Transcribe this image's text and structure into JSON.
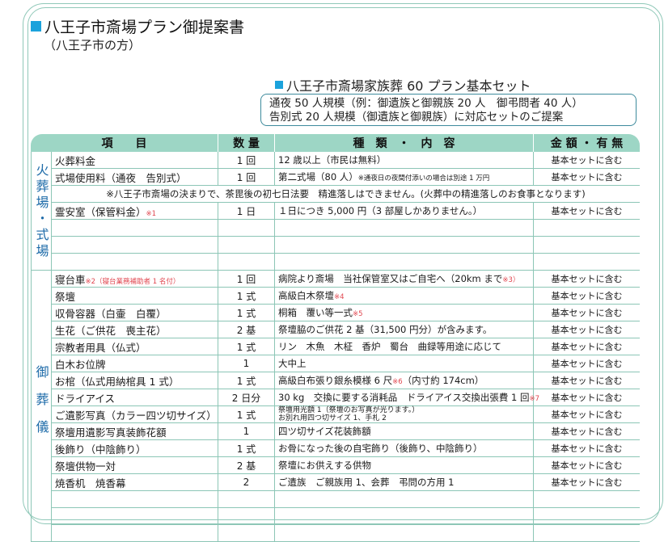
{
  "document": {
    "title": "八王子市斎場プラン御提案書",
    "subtitle": "（八王子市の方）",
    "plan_title": "八王子市斎場家族葬 60 プラン基本セット",
    "scale_lines": [
      "通夜 50 人規模（例：御遺族と御親族 20 人　御弔問者 40 人）",
      "告別式 20 人規模（御遺族と御親族）に対応セットのご提案"
    ],
    "accent_color": "#1ba2dc",
    "header_color": "#9dd6c5"
  },
  "table": {
    "headers": [
      "項　　目",
      "数 量",
      "種　類　・　内　容",
      "金 額 ・ 有 無"
    ],
    "sections": {
      "cremation": "火葬場・式場",
      "ceremony": "御葬儀"
    },
    "note_row": "※八王子市斎場の決まりで、茶毘後の初七日法要　精進落しはできません。(火葬中の精進落しのお食事となります)",
    "rows": [
      {
        "item": "火葬料金",
        "item_note": "",
        "qty": "1 回",
        "desc": "12 歳以上（市民は無料）",
        "desc_small": "",
        "desc_mark": "",
        "price": "基本セットに含む"
      },
      {
        "item": "式場使用料（通夜　告別式）",
        "item_note": "",
        "qty": "1 回",
        "desc": "第二式場（80 人）",
        "desc_small": "※通夜日の夜間付添いの場合は別途 1 万円",
        "desc_mark": "",
        "price": "基本セットに含む"
      },
      {
        "item": "霊安室（保管料金）",
        "item_note": "※1",
        "qty": "1 日",
        "desc": "１日につき 5,000 円（3 部屋しかありません。）",
        "desc_small": "",
        "desc_mark": "",
        "price": "基本セットに含む"
      },
      {
        "item": "寝台車",
        "item_note": "※2（寝台業務補助者 1 名付）",
        "qty": "1 回",
        "desc": "病院より斎場　当社保管室又はご自宅へ（20km まで",
        "desc_small": "",
        "desc_mark": "※3）",
        "price": "基本セットに含む"
      },
      {
        "item": "祭壇",
        "item_note": "",
        "qty": "1 式",
        "desc": "高級白木祭壇",
        "desc_small": "",
        "desc_mark": "※4",
        "price": "基本セットに含む"
      },
      {
        "item": "収骨容器（白壷　白覆）",
        "item_note": "",
        "qty": "1 式",
        "desc": "桐箱　覆い等一式",
        "desc_small": "",
        "desc_mark": "※5",
        "price": "基本セットに含む"
      },
      {
        "item": "生花（ご供花　喪主花）",
        "item_note": "",
        "qty": "2 基",
        "desc": "祭壇脇のご供花 2 基（31,500 円分）が含みます。",
        "desc_small": "",
        "desc_mark": "",
        "price": "基本セットに含む"
      },
      {
        "item": "宗教者用具（仏式）",
        "item_note": "",
        "qty": "1 式",
        "desc": "リン　木魚　木柾　香炉　蜀台　曲録等用途に応じて",
        "desc_small": "",
        "desc_mark": "",
        "price": "基本セットに含む"
      },
      {
        "item": "白木お位牌",
        "item_note": "",
        "qty": "1",
        "desc": "大中上",
        "desc_small": "",
        "desc_mark": "",
        "price": "基本セットに含む"
      },
      {
        "item": "お棺（仏式用納棺具 1 式）",
        "item_note": "",
        "qty": "1 式",
        "desc": "高級白布張り銀糸模様 6 尺",
        "desc_small": "",
        "desc_mark": "※6",
        "desc_after": "（内寸約 174cm）",
        "price": "基本セットに含む"
      },
      {
        "item": "ドライアイス",
        "item_note": "",
        "qty": "2 日分",
        "desc": "30 kg　交換に要する消耗品　ドライアイス交換出張費 1 回",
        "desc_small": "",
        "desc_mark": "※7",
        "price": "基本セットに含む"
      },
      {
        "item": "ご遺影写真（カラー四ツ切サイズ）",
        "item_note": "",
        "qty": "1 式",
        "desc": "",
        "desc_lines": [
          "祭壇用光額 1（祭壇のお写真が光ります。）",
          "お別れ用四つ切サイズ 1、手札 2"
        ],
        "desc_small": "",
        "desc_mark": "",
        "price": "基本セットに含む"
      },
      {
        "item": "祭壇用遺影写真装飾花額",
        "item_note": "",
        "qty": "1",
        "desc": "四ツ切サイズ花装飾額",
        "desc_small": "",
        "desc_mark": "",
        "price": "基本セットに含む"
      },
      {
        "item": "後飾り（中陰飾り）",
        "item_note": "",
        "qty": "1 式",
        "desc": "お骨になった後の自宅飾り（後飾り、中陰飾り）",
        "desc_small": "",
        "desc_mark": "",
        "price": "基本セットに含む"
      },
      {
        "item": "祭壇供物一対",
        "item_note": "",
        "qty": "2 基",
        "desc": "祭壇にお供えする供物",
        "desc_small": "",
        "desc_mark": "",
        "price": "基本セットに含む"
      },
      {
        "item": "焼香机　焼香幕",
        "item_note": "",
        "qty": "2",
        "desc": "ご遺族　ご親族用 1、会葬　弔問の方用 1",
        "desc_small": "",
        "desc_mark": "",
        "price": "基本セットに含む"
      }
    ]
  }
}
